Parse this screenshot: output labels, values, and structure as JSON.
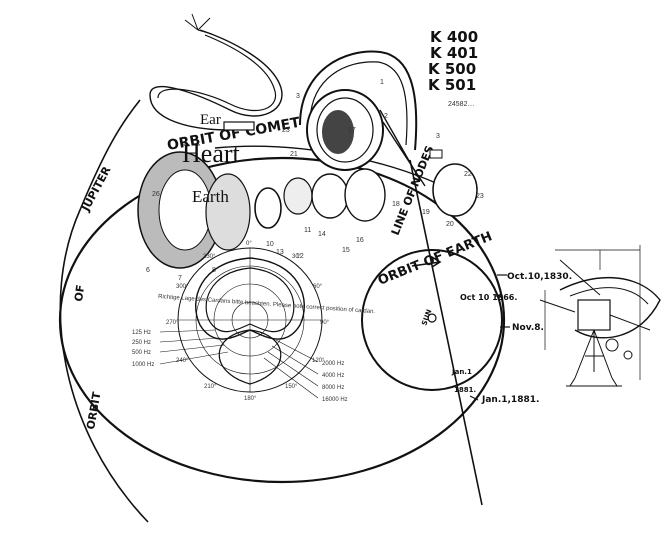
{
  "models": [
    "K 400",
    "K 401",
    "K 500",
    "K 501"
  ],
  "catalog_code": "24582…",
  "overlay_words": {
    "ear": "Ear",
    "heart": "Heart",
    "earth": "Earth"
  },
  "orbit_labels": {
    "comet": "ORBIT OF COMET",
    "earth": "ORBIT OF EARTH",
    "jupiter": "JUPITER",
    "of": "OF",
    "orbit": "ORBIT",
    "line_nodes": "LINE OF NODES",
    "sun": "SUN"
  },
  "dates": [
    "Oct.10,1830.",
    "Oct 10 1866.",
    "Nov.8.",
    "Jan.1",
    "1881.",
    "Jan.1,1881."
  ],
  "polar_angles": [
    "0°",
    "30°",
    "60°",
    "90°",
    "120°",
    "150°",
    "180°",
    "210°",
    "240°",
    "270°",
    "300°",
    "330°"
  ],
  "polar_legend_left": [
    "125 Hz",
    "250 Hz",
    "500 Hz",
    "1000 Hz"
  ],
  "polar_legend_right": [
    "2000 Hz",
    "4000 Hz",
    "8000 Hz",
    "16000 Hz"
  ],
  "cardan_note": "Richtige Lage des Cardans bitte beachten. Please note correct position of cardan.",
  "part_numbers": [
    "1",
    "2",
    "3",
    "3",
    "6",
    "7",
    "8",
    "10",
    "11",
    "12",
    "13",
    "14",
    "15",
    "16",
    "17",
    "18",
    "19",
    "20",
    "21",
    "22",
    "23",
    "23",
    "26"
  ]
}
